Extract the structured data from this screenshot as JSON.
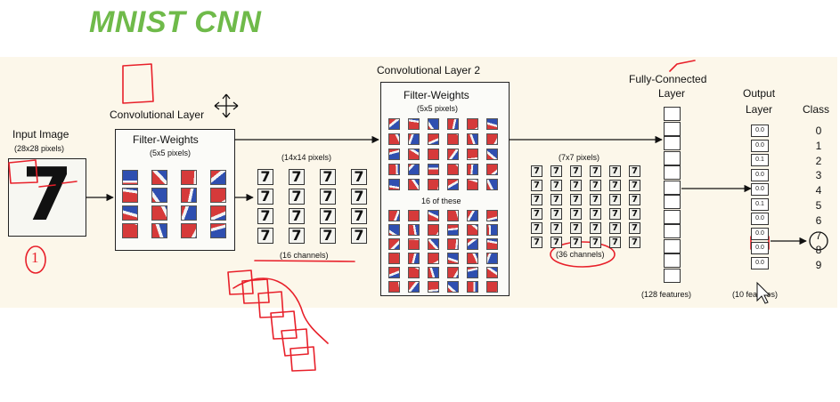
{
  "title": "MNIST CNN",
  "input": {
    "label": "Input Image",
    "size": "(28x28 pixels)",
    "digit": "7"
  },
  "conv1": {
    "label": "Convolutional Layer",
    "filter_title": "Filter-Weights",
    "filter_size": "(5x5 pixels)",
    "out_size": "(14x14 pixels)",
    "channels": "(16 channels)",
    "digit": "7"
  },
  "conv2": {
    "label": "Convolutional Layer 2",
    "filter_title": "Filter-Weights",
    "filter_size": "(5x5 pixels)",
    "of_these": "16 of these",
    "out_size": "(7x7 pixels)",
    "channels": "(36 channels)",
    "digit": "7"
  },
  "fc": {
    "label_line1": "Fully-Connected",
    "label_line2": "Layer",
    "features": "(128 features)"
  },
  "output": {
    "label_line1": "Output",
    "label_line2": "Layer",
    "features": "(10 features)",
    "values": [
      "0.0",
      "0.0",
      "0.1",
      "0.0",
      "0.0",
      "0.1",
      "0.0",
      "0.0",
      "0.0",
      "0.0"
    ]
  },
  "classes": {
    "label": "Class",
    "items": [
      "0",
      "1",
      "2",
      "3",
      "4",
      "5",
      "6",
      "7",
      "8",
      "9"
    ]
  },
  "annotations": {
    "circled_number": "1"
  },
  "colors": {
    "title_green": "#6fba4a",
    "ink_red": "#e8202a",
    "filter_red": "#d63a3a",
    "filter_blue": "#2f4fb0",
    "band": "#fcf7ea"
  }
}
